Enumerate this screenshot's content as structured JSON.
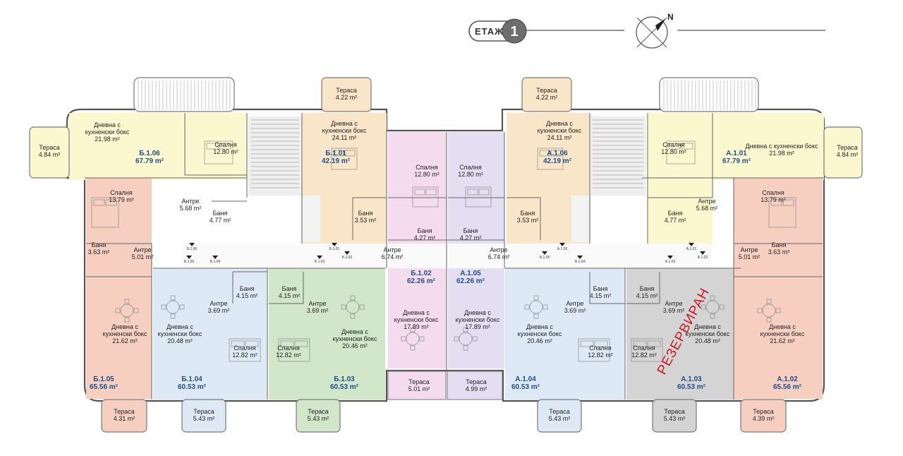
{
  "header": {
    "floor_label": "ЕТАЖ",
    "floor_number": "1",
    "north_label": "N"
  },
  "colors": {
    "yellow": "#fbf7cf",
    "peach": "#f9e6c9",
    "salmon": "#f6cfc1",
    "pink": "#f4dcee",
    "lavender": "#e4def2",
    "blue": "#ddeaf6",
    "green": "#d2e6ca",
    "gray": "#d4d4d4",
    "accent": "#1f4e8c",
    "reserved": "#c8191e"
  },
  "reserved_label": "РЕЗЕРВИРАН",
  "apartments": [
    {
      "key": "b106",
      "id": "Б.1.06",
      "total": "67.79 m²",
      "color": "yellow"
    },
    {
      "key": "b101",
      "id": "Б.1.01",
      "total": "42.19 m²",
      "color": "peach"
    },
    {
      "key": "b102",
      "id": "Б.1.02",
      "total": "62.26 m²",
      "color": "pink"
    },
    {
      "key": "a105",
      "id": "А.1.05",
      "total": "62.26 m²",
      "color": "lavender"
    },
    {
      "key": "a106",
      "id": "А.1.06",
      "total": "42.19 m²",
      "color": "peach"
    },
    {
      "key": "a101",
      "id": "А.1.01",
      "total": "67.79 m²",
      "color": "yellow"
    },
    {
      "key": "b105",
      "id": "Б.1.05",
      "total": "65.56 m²",
      "color": "salmon"
    },
    {
      "key": "b104",
      "id": "Б.1.04",
      "total": "60.53 m²",
      "color": "blue"
    },
    {
      "key": "b103",
      "id": "Б.1.03",
      "total": "60.53 m²",
      "color": "green"
    },
    {
      "key": "a104",
      "id": "А.1.04",
      "total": "60.53 m²",
      "color": "blue"
    },
    {
      "key": "a103",
      "id": "А.1.03",
      "total": "60.53 m²",
      "color": "gray"
    },
    {
      "key": "a102",
      "id": "А.1.02",
      "total": "65.56 m²",
      "color": "salmon"
    }
  ],
  "rooms": [
    {
      "key": "b106-terrace",
      "name": "Тераса",
      "area": "4.84 m²"
    },
    {
      "key": "b106-living",
      "name": "Дневна с\nкухненски бокс",
      "area": "21.98 m²"
    },
    {
      "key": "b106-bedroom",
      "name": "Спалня",
      "area": "12.80 m²"
    },
    {
      "key": "b106-hall",
      "name": "Антре",
      "area": "5.68 m²"
    },
    {
      "key": "b106-bath",
      "name": "Баня",
      "area": "4.77 m²"
    },
    {
      "key": "b101-terrace",
      "name": "Тераса",
      "area": "4.22 m²"
    },
    {
      "key": "b101-living",
      "name": "Дневна с\nкухненски бокс",
      "area": "24.11 m²"
    },
    {
      "key": "b101-bath",
      "name": "Баня",
      "area": "3.53 m²"
    },
    {
      "key": "b102-bedroom",
      "name": "Спалня",
      "area": "12.80 m²"
    },
    {
      "key": "b102-bath",
      "name": "Баня",
      "area": "4.27 m²"
    },
    {
      "key": "b102-hall",
      "name": "Антре",
      "area": "6.74 m²"
    },
    {
      "key": "b102-living",
      "name": "Дневна с\nкухненски бокс",
      "area": "17.89 m²"
    },
    {
      "key": "b102-terrace",
      "name": "Тераса",
      "area": "5.01 m²"
    },
    {
      "key": "a105-bedroom",
      "name": "Спалня",
      "area": "12.80 m²"
    },
    {
      "key": "a105-bath",
      "name": "Баня",
      "area": "4.27 m²"
    },
    {
      "key": "a105-hall",
      "name": "Антре",
      "area": "6.74 m²"
    },
    {
      "key": "a105-living",
      "name": "Дневна с\nкухненски бокс",
      "area": "17.89 m²"
    },
    {
      "key": "a105-terrace",
      "name": "Тераса",
      "area": "4.99 m²"
    },
    {
      "key": "a106-terrace",
      "name": "Тераса",
      "area": "4.22 m²"
    },
    {
      "key": "a106-living",
      "name": "Дневна с\nкухненски бокс",
      "area": "24.11 m²"
    },
    {
      "key": "a106-bath",
      "name": "Баня",
      "area": "3.53 m²"
    },
    {
      "key": "a101-bedroom",
      "name": "Спалня",
      "area": "12.80 m²"
    },
    {
      "key": "a101-living",
      "name": "Дневна с кухненски бокс",
      "area": "21.98 m²"
    },
    {
      "key": "a101-terrace",
      "name": "Тераса",
      "area": "4.84 m²"
    },
    {
      "key": "a101-hall",
      "name": "Антре",
      "area": "5.68 m²"
    },
    {
      "key": "a101-bath",
      "name": "Баня",
      "area": "4.77 m²"
    },
    {
      "key": "b105-bedroom",
      "name": "Спалня",
      "area": "13.79 m²"
    },
    {
      "key": "b105-bath",
      "name": "Баня",
      "area": "3.63 m²"
    },
    {
      "key": "b105-hall",
      "name": "Антре",
      "area": "5.01 m²"
    },
    {
      "key": "b105-living",
      "name": "Дневна с\nкухненски бокс",
      "area": "21.62 m²"
    },
    {
      "key": "b105-terrace",
      "name": "Тераса",
      "area": "4.31 m²"
    },
    {
      "key": "b104-bath",
      "name": "Баня",
      "area": "4.15 m²"
    },
    {
      "key": "b104-hall",
      "name": "Антре",
      "area": "3.69 m²"
    },
    {
      "key": "b104-living",
      "name": "Дневна с\nкухненски бокс",
      "area": "20.48 m²"
    },
    {
      "key": "b104-bedroom",
      "name": "Спалня",
      "area": "12.82 m²"
    },
    {
      "key": "b104-terrace",
      "name": "Тераса",
      "area": "5.43 m²"
    },
    {
      "key": "b103-bath",
      "name": "Баня",
      "area": "4.15 m²"
    },
    {
      "key": "b103-hall",
      "name": "Антре",
      "area": "3.69 m²"
    },
    {
      "key": "b103-bedroom",
      "name": "Спалня",
      "area": "12.82 m²"
    },
    {
      "key": "b103-living",
      "name": "Дневна с\nкухненски бокс",
      "area": "20.46 m²"
    },
    {
      "key": "b103-terrace",
      "name": "Тераса",
      "area": "5.43 m²"
    },
    {
      "key": "a104-living",
      "name": "Дневна с\nкухненски бокс",
      "area": "20.46 m²"
    },
    {
      "key": "a104-bath",
      "name": "Баня",
      "area": "4.15 m²"
    },
    {
      "key": "a104-hall",
      "name": "Антре",
      "area": "3.69 m²"
    },
    {
      "key": "a104-bedroom",
      "name": "Спалня",
      "area": "12.82 m²"
    },
    {
      "key": "a104-terrace",
      "name": "Тераса",
      "area": "5.43 m²"
    },
    {
      "key": "a103-bath",
      "name": "Баня",
      "area": "4.15 m²"
    },
    {
      "key": "a103-hall",
      "name": "Антре",
      "area": "3.69 m²"
    },
    {
      "key": "a103-bedroom",
      "name": "Спалня",
      "area": "12.82 m²"
    },
    {
      "key": "a103-living",
      "name": "Дневна с\nкухненски бокс",
      "area": "20.48 m²"
    },
    {
      "key": "a103-terrace",
      "name": "Тераса",
      "area": "5.43 m²"
    },
    {
      "key": "a102-bath",
      "name": "Баня",
      "area": "3.63 m²"
    },
    {
      "key": "a102-hall",
      "name": "Антре",
      "area": "5.01 m²"
    },
    {
      "key": "a102-bedroom",
      "name": "Спалня",
      "area": "13.79 m²"
    },
    {
      "key": "a102-living",
      "name": "Дневна с\nкухненски бокс",
      "area": "21.62 m²"
    },
    {
      "key": "a102-terrace",
      "name": "Тераса",
      "area": "4.39 m²"
    }
  ],
  "door_marks": [
    "Б.1.06",
    "Б.1.05",
    "Б.1.04",
    "Б.1.03",
    "Б.1.02",
    "Б.1.01",
    "А.1.05",
    "А.1.06",
    "А.1.04",
    "А.1.03",
    "А.1.02",
    "А.1.01"
  ]
}
